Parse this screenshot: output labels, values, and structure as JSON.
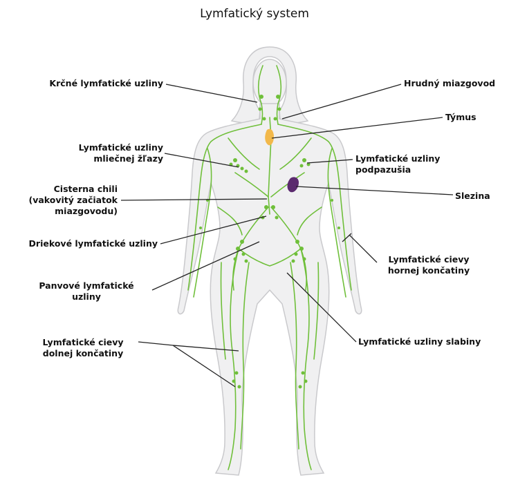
{
  "title": "Lymfatický system",
  "labels": {
    "krcne": [
      "Krčné lymfatické uzliny"
    ],
    "mliecne": [
      "Lymfatické uzliny",
      "mliečnej žľazy"
    ],
    "cisterna": [
      "Cisterna chili",
      "(vakovitý začiatok",
      "miazgovodu)"
    ],
    "driekove": [
      "Driekové lymfatické uzliny"
    ],
    "panvove": [
      "Panvové lymfatické",
      "uzliny"
    ],
    "cievy_dolnej": [
      "Lymfatické cievy",
      "dolnej končatiny"
    ],
    "hrudny": [
      "Hrudný miazgovod"
    ],
    "tymus": [
      "Týmus"
    ],
    "podpazusia": [
      "Lymfatické uzliny",
      "podpazušia"
    ],
    "slezina": [
      "Slezina"
    ],
    "cievy_hornej": [
      "Lymfatické cievy",
      "hornej končatiny"
    ],
    "slabiny": [
      "Lymfatické uzliny slabiny"
    ]
  },
  "colors": {
    "body_fill": "#f0f0f1",
    "body_stroke": "#c9c9cc",
    "lymph": "#6fbf3a",
    "thymus": "#f2b84a",
    "spleen": "#5b2a6e",
    "leader": "#222222"
  }
}
